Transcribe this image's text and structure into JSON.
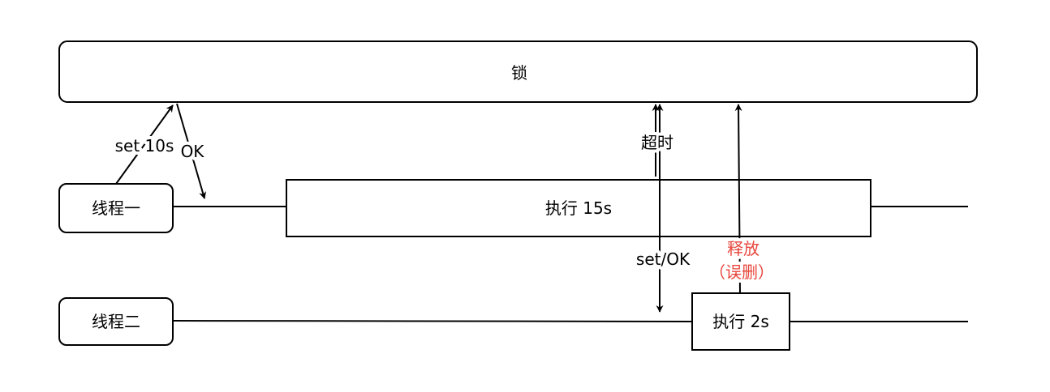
{
  "lock": {
    "label": "锁"
  },
  "thread1": {
    "label": "线程一",
    "exec_label": "执行 15s"
  },
  "thread2": {
    "label": "线程二",
    "exec_label": "执行 2s"
  },
  "arrows": {
    "set": "set 10s",
    "ok": "OK",
    "timeout": "超时",
    "set_ok": "set/OK",
    "release": "释放",
    "release_note": "（误删）"
  },
  "colors": {
    "warning": "#e8463c"
  }
}
